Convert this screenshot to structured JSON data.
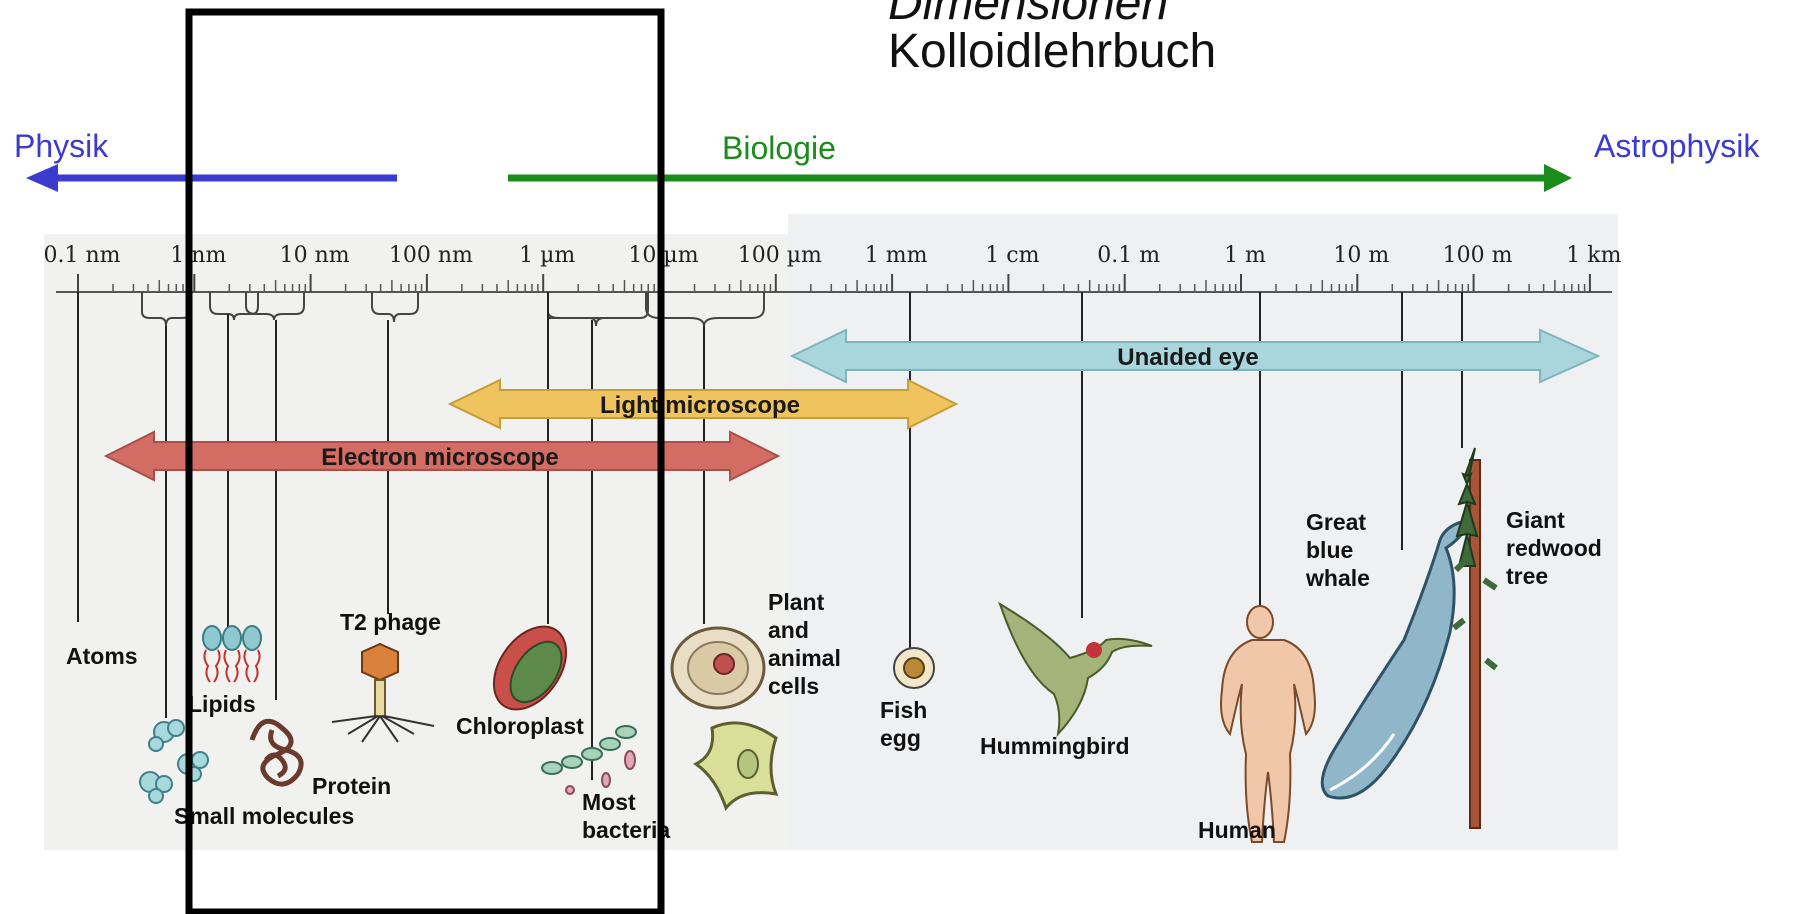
{
  "slide": {
    "title_line1": "Dimensionen",
    "title_line2": "Kolloidlehrbuch"
  },
  "domains": {
    "physics": {
      "label": "Physik",
      "color": "#3b3bd0"
    },
    "biology": {
      "label": "Biologie",
      "color": "#1a8c1a"
    },
    "astrophysics": {
      "label": "Astrophysik",
      "color": "#3b3bd0"
    }
  },
  "scale": {
    "ticks": [
      "0.1 nm",
      "1 nm",
      "10 nm",
      "100 nm",
      "1 µm",
      "10 µm",
      "100 µm",
      "1 mm",
      "1 cm",
      "0.1 m",
      "1 m",
      "10 m",
      "100 m",
      "1 km"
    ]
  },
  "ranges": {
    "unaided_eye": {
      "label": "Unaided eye",
      "color": "#a9d6dc"
    },
    "light_microscope": {
      "label": "Light microscope",
      "color": "#efc45e"
    },
    "electron_microscope": {
      "label": "Electron microscope",
      "color": "#d36d64"
    }
  },
  "objects": {
    "atoms": "Atoms",
    "lipids": "Lipids",
    "small_molecules": "Small molecules",
    "protein": "Protein",
    "t2_phage": "T2 phage",
    "chloroplast": "Chloroplast",
    "most_bacteria": [
      "Most",
      "bacteria"
    ],
    "plant_animal_cells": [
      "Plant",
      "and",
      "animal",
      "cells"
    ],
    "fish_egg": [
      "Fish",
      "egg"
    ],
    "hummingbird": "Hummingbird",
    "human": "Human",
    "great_blue_whale": [
      "Great",
      "blue",
      "whale"
    ],
    "giant_redwood": [
      "Giant",
      "redwood",
      "tree"
    ]
  }
}
